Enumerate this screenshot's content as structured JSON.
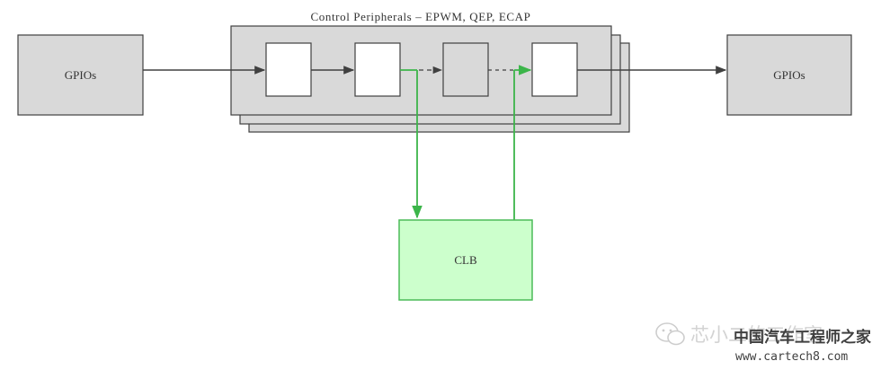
{
  "diagram": {
    "title": "Control Peripherals – EPWM, QEP, ECAP",
    "input_node": {
      "label": "GPIOs"
    },
    "output_node": {
      "label": "GPIOs"
    },
    "clb_node": {
      "label": "CLB"
    }
  },
  "colors": {
    "gray_fill": "#d9d9d9",
    "stroke": "#404040",
    "white": "#ffffff",
    "clb_fill": "#ccffcc",
    "clb_stroke": "#4cbb58",
    "green_line": "#3cb54a",
    "text": "#333333"
  },
  "watermark": {
    "account": "芯小二的工作室",
    "site_name": "中国汽车工程师之家",
    "site_url": "www.cartech8.com"
  }
}
